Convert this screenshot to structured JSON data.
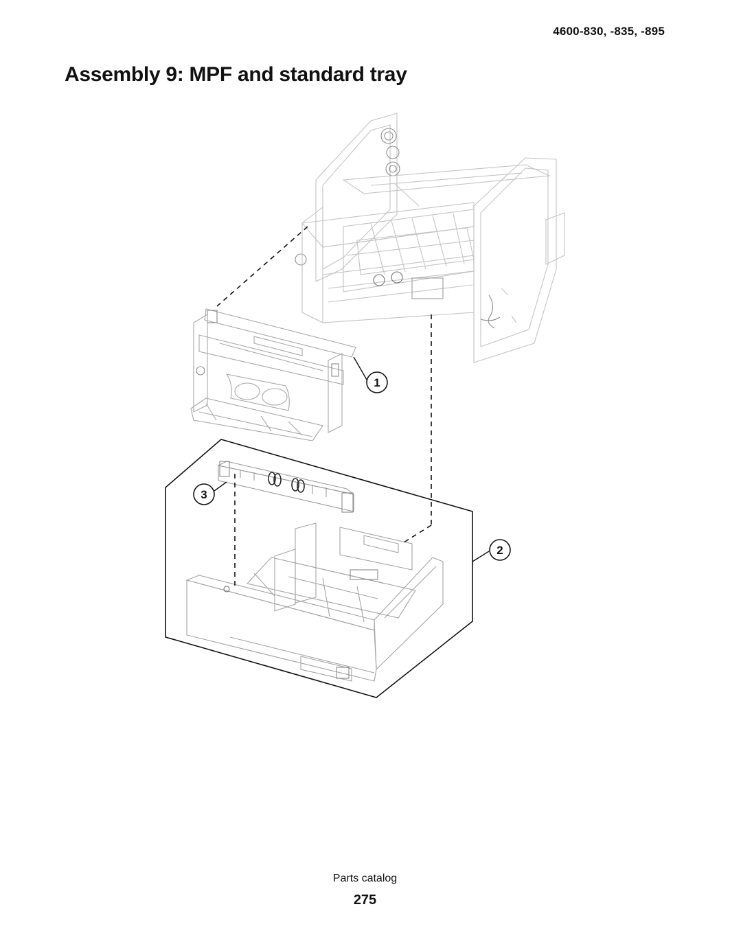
{
  "header": {
    "model_number": "4600-830, -835, -895"
  },
  "page_title": "Assembly 9: MPF and standard tray",
  "diagram": {
    "callouts": [
      "1",
      "2",
      "3"
    ]
  },
  "footer": {
    "section_label": "Parts catalog",
    "page_number": "275"
  }
}
